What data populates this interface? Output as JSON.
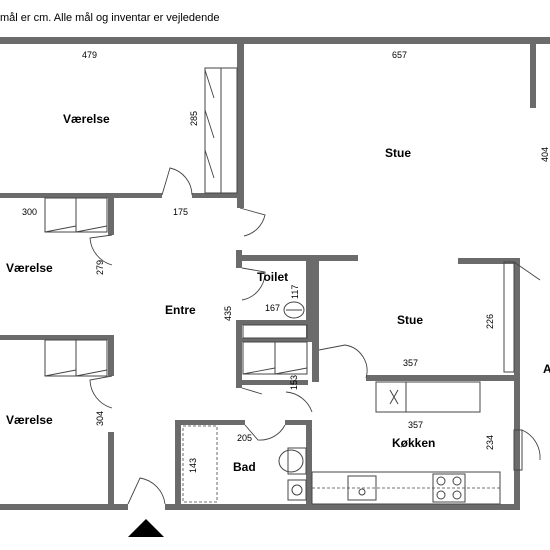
{
  "header_note": "mål er cm. Alle mål og inventar er vejledende",
  "rooms": {
    "vaerelse_1": "Værelse",
    "vaerelse_2": "Værelse",
    "vaerelse_3": "Værelse",
    "stue_1": "Stue",
    "stue_2": "Stue",
    "entre": "Entre",
    "toilet": "Toilet",
    "bad": "Bad",
    "koekken": "Køkken",
    "cut_right": "A"
  },
  "dimensions": {
    "d479": "479",
    "d657": "657",
    "d404": "404",
    "d285": "285",
    "d300": "300",
    "d175": "175",
    "d279": "279",
    "d435": "435",
    "d167": "167",
    "d117": "117",
    "d226": "226",
    "d357a": "357",
    "d153": "153",
    "d304": "304",
    "d357b": "357",
    "d205": "205",
    "d143": "143",
    "d234": "234"
  },
  "colors": {
    "wall": "#6b6b6b",
    "line": "#444444",
    "entrance_marker": "#000000"
  }
}
